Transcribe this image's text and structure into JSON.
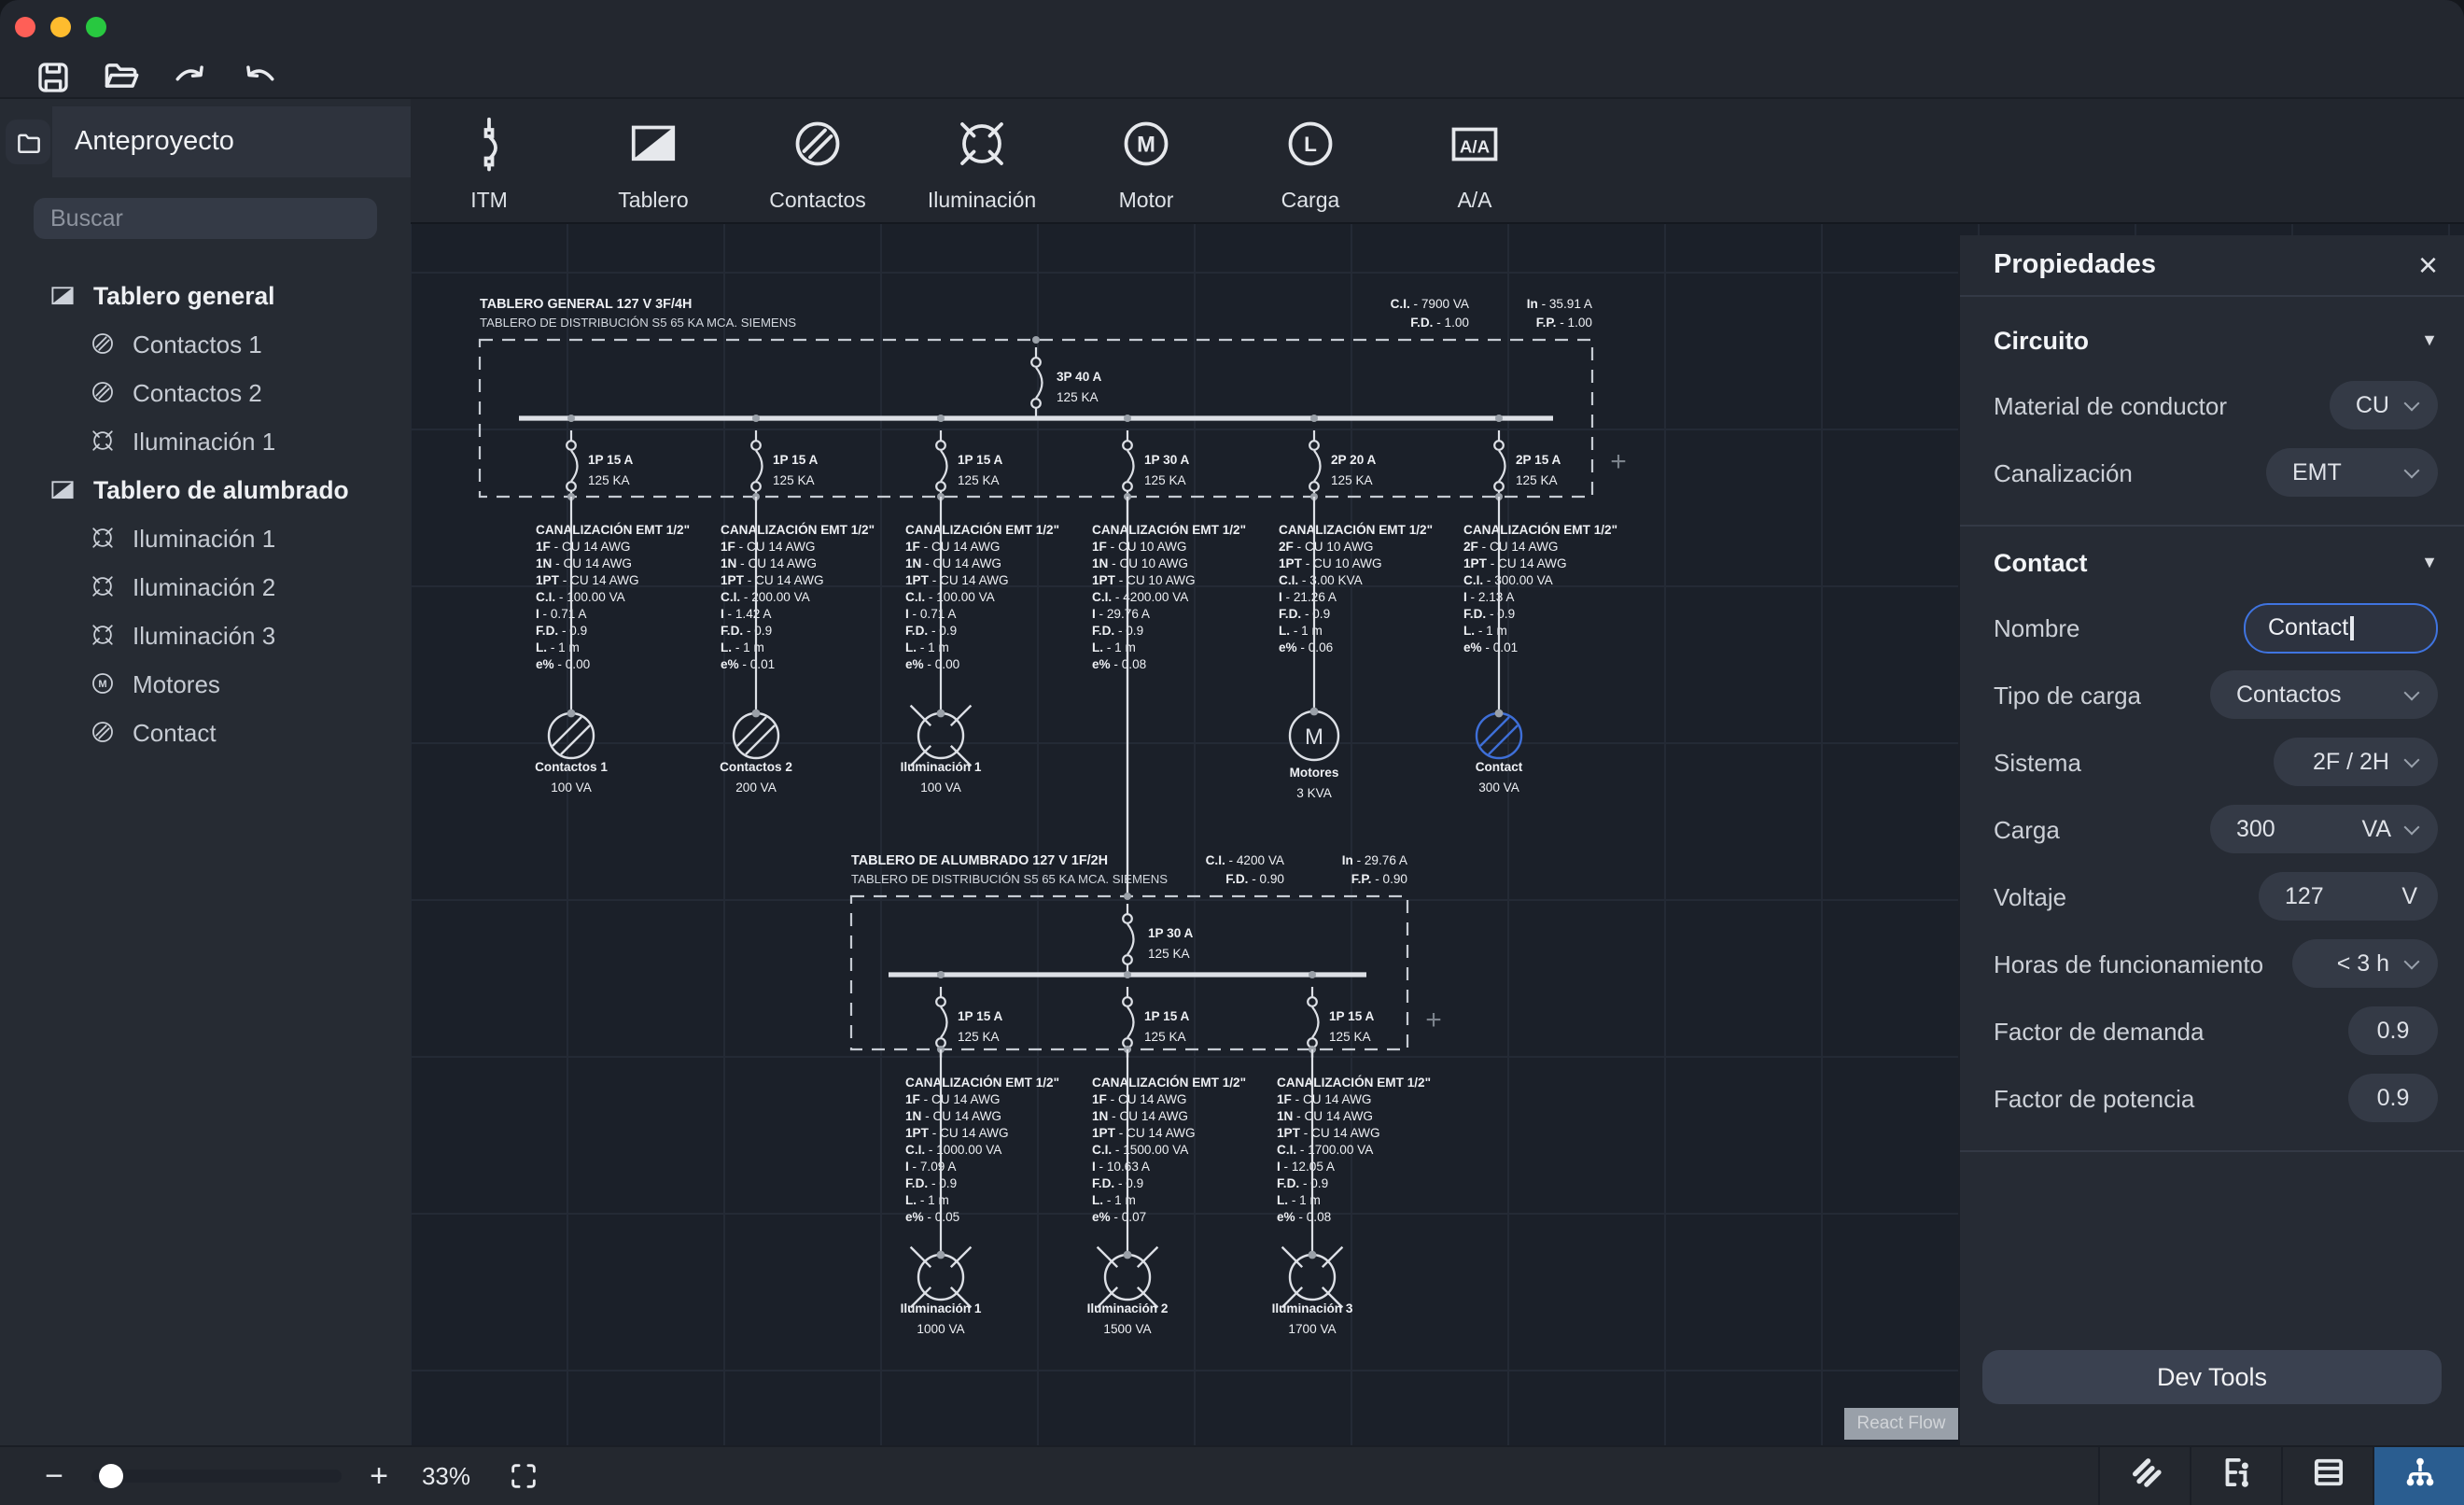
{
  "window": {
    "controls": [
      "close",
      "minimize",
      "maximize"
    ]
  },
  "toolbar": {
    "icons": [
      "save",
      "open-project",
      "redo",
      "undo"
    ]
  },
  "sidebar": {
    "title": "Anteproyecto",
    "search_placeholder": "Buscar",
    "tree": [
      {
        "icon": "tablero",
        "label": "Tablero general",
        "children": [
          {
            "icon": "contactos",
            "label": "Contactos 1"
          },
          {
            "icon": "contactos",
            "label": "Contactos 2"
          },
          {
            "icon": "iluminacion",
            "label": "Iluminación 1"
          }
        ]
      },
      {
        "icon": "tablero",
        "label": "Tablero de alumbrado",
        "children": [
          {
            "icon": "iluminacion",
            "label": "Iluminación 1"
          },
          {
            "icon": "iluminacion",
            "label": "Iluminación 2"
          },
          {
            "icon": "iluminacion",
            "label": "Iluminación 3"
          },
          {
            "icon": "motor",
            "label": "Motores"
          },
          {
            "icon": "contactos",
            "label": "Contact"
          }
        ]
      }
    ]
  },
  "palette": {
    "items": [
      {
        "icon": "itm",
        "label": "ITM"
      },
      {
        "icon": "tablero",
        "label": "Tablero"
      },
      {
        "icon": "contactos",
        "label": "Contactos"
      },
      {
        "icon": "iluminacion",
        "label": "Iluminación"
      },
      {
        "icon": "motor",
        "label": "Motor"
      },
      {
        "icon": "carga",
        "label": "Carga"
      },
      {
        "icon": "aa",
        "label": "A/A"
      }
    ]
  },
  "properties": {
    "title": "Propiedades",
    "sections": [
      {
        "title": "Circuito",
        "rows": [
          {
            "label": "Material de conductor",
            "control": "dropdown",
            "value": "CU"
          },
          {
            "label": "Canalización",
            "control": "dropdown",
            "value": "EMT"
          }
        ]
      },
      {
        "title": "Contact",
        "rows": [
          {
            "label": "Nombre",
            "control": "text-input",
            "value": "Contact",
            "focused": true
          },
          {
            "label": "Tipo de carga",
            "control": "dropdown",
            "value": "Contactos"
          },
          {
            "label": "Sistema",
            "control": "dropdown",
            "value": "2F / 2H"
          },
          {
            "label": "Carga",
            "control": "unit-dropdown",
            "value": "300",
            "unit": "VA"
          },
          {
            "label": "Voltaje",
            "control": "unit",
            "value": "127",
            "unit": "V"
          },
          {
            "label": "Horas de funcionamiento",
            "control": "dropdown",
            "value": "< 3 h"
          },
          {
            "label": "Factor de demanda",
            "control": "number",
            "value": "0.9"
          },
          {
            "label": "Factor de potencia",
            "control": "number",
            "value": "0.9"
          }
        ]
      }
    ],
    "dev_tools_label": "Dev Tools"
  },
  "statusbar": {
    "zoom_level": "33%",
    "tools": [
      "conductors",
      "circuits-schedule",
      "table",
      "single-line-diagram"
    ],
    "active_tool": "single-line-diagram"
  },
  "canvas": {
    "attribution": "React Flow",
    "panels": [
      {
        "title": "TABLERO GENERAL 127 V 3F/4H",
        "subtitle": "TABLERO DE DISTRIBUCIÓN S5 65 KA MCA. SIEMENS",
        "stats": [
          "C.I. - 7900 VA",
          "In - 35.91 A",
          "F.D. - 1.00",
          "F.P. - 1.00"
        ],
        "main_breaker": [
          "3P 40 A",
          "125 KA"
        ],
        "circuits": [
          {
            "breaker": [
              "1P 15 A",
              "125 KA"
            ],
            "details": [
              "CANALIZACIÓN EMT 1/2\"",
              "1F - CU 14 AWG",
              "1N - CU 14 AWG",
              "1PT - CU 14 AWG",
              "C.I. - 100.00 VA",
              "I - 0.71 A",
              "F.D. - 0.9",
              "L. - 1 m",
              "e% - 0.00"
            ],
            "load": {
              "symbol": "contactos",
              "name": "Contactos 1",
              "value": "100 VA"
            }
          },
          {
            "breaker": [
              "1P 15 A",
              "125 KA"
            ],
            "details": [
              "CANALIZACIÓN EMT 1/2\"",
              "1F - CU 14 AWG",
              "1N - CU 14 AWG",
              "1PT - CU 14 AWG",
              "C.I. - 200.00 VA",
              "I - 1.42 A",
              "F.D. - 0.9",
              "L. - 1 m",
              "e% - 0.01"
            ],
            "load": {
              "symbol": "contactos",
              "name": "Contactos 2",
              "value": "200 VA"
            }
          },
          {
            "breaker": [
              "1P 15 A",
              "125 KA"
            ],
            "details": [
              "CANALIZACIÓN EMT 1/2\"",
              "1F - CU 14 AWG",
              "1N - CU 14 AWG",
              "1PT - CU 14 AWG",
              "C.I. - 100.00 VA",
              "I - 0.71 A",
              "F.D. - 0.9",
              "L. - 1 m",
              "e% - 0.00"
            ],
            "load": {
              "symbol": "iluminacion",
              "name": "Iluminación 1",
              "value": "100 VA"
            }
          },
          {
            "breaker": [
              "1P 30 A",
              "125 KA"
            ],
            "details": [
              "CANALIZACIÓN EMT 1/2\"",
              "1F - CU 10 AWG",
              "1N - CU 10 AWG",
              "1PT - CU 10 AWG",
              "C.I. - 4200.00 VA",
              "I - 29.76 A",
              "F.D. - 0.9",
              "L. - 1 m",
              "e% - 0.08"
            ],
            "load": null,
            "feeds_panel": 1
          },
          {
            "breaker": [
              "2P 20 A",
              "125 KA"
            ],
            "details": [
              "CANALIZACIÓN EMT 1/2\"",
              "2F - CU 10 AWG",
              "1PT - CU 10 AWG",
              "C.I. - 3.00 KVA",
              "I - 21.26 A",
              "F.D. - 0.9",
              "L. - 1 m",
              "e% - 0.06"
            ],
            "load": {
              "symbol": "motor",
              "name": "Motores",
              "value": "3 KVA"
            }
          },
          {
            "breaker": [
              "2P 15 A",
              "125 KA"
            ],
            "details": [
              "CANALIZACIÓN EMT 1/2\"",
              "2F - CU 14 AWG",
              "1PT - CU 14 AWG",
              "C.I. - 300.00 VA",
              "I - 2.13 A",
              "F.D. - 0.9",
              "L. - 1 m",
              "e% - 0.01"
            ],
            "load": {
              "symbol": "contactos",
              "name": "Contact",
              "value": "300 VA",
              "selected": true
            }
          }
        ]
      },
      {
        "title": "TABLERO DE ALUMBRADO 127 V 1F/2H",
        "subtitle": "TABLERO DE DISTRIBUCIÓN S5 65 KA MCA. SIEMENS",
        "stats": [
          "C.I. - 4200 VA",
          "In - 29.76 A",
          "F.D. - 0.90",
          "F.P. - 0.90"
        ],
        "main_breaker": [
          "1P 30 A",
          "125 KA"
        ],
        "circuits": [
          {
            "breaker": [
              "1P 15 A",
              "125 KA"
            ],
            "details": [
              "CANALIZACIÓN EMT 1/2\"",
              "1F - CU 14 AWG",
              "1N - CU 14 AWG",
              "1PT - CU 14 AWG",
              "C.I. - 1000.00 VA",
              "I - 7.09 A",
              "F.D. - 0.9",
              "L. - 1 m",
              "e% - 0.05"
            ],
            "load": {
              "symbol": "iluminacion",
              "name": "Iluminación 1",
              "value": "1000 VA"
            }
          },
          {
            "breaker": [
              "1P 15 A",
              "125 KA"
            ],
            "details": [
              "CANALIZACIÓN EMT 1/2\"",
              "1F - CU 14 AWG",
              "1N - CU 14 AWG",
              "1PT - CU 14 AWG",
              "C.I. - 1500.00 VA",
              "I - 10.63 A",
              "F.D. - 0.9",
              "L. - 1 m",
              "e% - 0.07"
            ],
            "load": {
              "symbol": "iluminacion",
              "name": "Iluminación 2",
              "value": "1500 VA"
            }
          },
          {
            "breaker": [
              "1P 15 A",
              "125 KA"
            ],
            "details": [
              "CANALIZACIÓN EMT 1/2\"",
              "1F - CU 14 AWG",
              "1N - CU 14 AWG",
              "1PT - CU 14 AWG",
              "C.I. - 1700.00 VA",
              "I - 12.05 A",
              "F.D. - 0.9",
              "L. - 1 m",
              "e% - 0.08"
            ],
            "load": {
              "symbol": "iluminacion",
              "name": "Iluminación 3",
              "value": "1700 VA"
            }
          }
        ]
      }
    ]
  }
}
